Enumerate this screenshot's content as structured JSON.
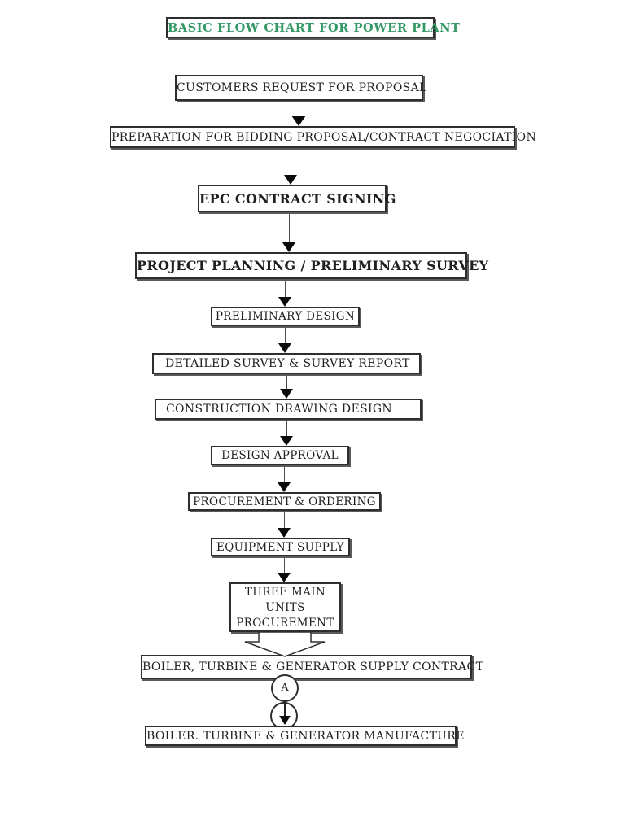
{
  "title": {
    "text": "BASIC FLOW CHART FOR POWER PLANT"
  },
  "flow": {
    "nodes": [
      {
        "id": "customers-request",
        "label": "CUSTOMERS REQUEST FOR PROPOSAL"
      },
      {
        "id": "preparation-bidding",
        "label": "PREPARATION FOR BIDDING PROPOSAL/CONTRACT NEGOCIATION"
      },
      {
        "id": "epc-contract-signing",
        "label": "EPC CONTRACT SIGNING"
      },
      {
        "id": "project-planning",
        "label": "PROJECT PLANNING / PRELIMINARY SURVEY"
      },
      {
        "id": "preliminary-design",
        "label": "PRELIMINARY DESIGN"
      },
      {
        "id": "detailed-survey",
        "label": "DETAILED SURVEY & SURVEY REPORT"
      },
      {
        "id": "construction-drawing-design",
        "label": "CONSTRUCTION DRAWING DESIGN"
      },
      {
        "id": "design-approval",
        "label": "DESIGN APPROVAL"
      },
      {
        "id": "procurement-ordering",
        "label": "PROCUREMENT & ORDERING"
      },
      {
        "id": "equipment-supply",
        "label": "EQUIPMENT SUPPLY"
      },
      {
        "id": "three-main-units-procurement",
        "label": "THREE MAIN UNITS PROCUREMENT",
        "lines": [
          "THREE MAIN",
          "UNITS",
          "PROCUREMENT"
        ]
      },
      {
        "id": "btg-supply-contract",
        "label": "BOILER, TURBINE & GENERATOR SUPPLY CONTRACT"
      },
      {
        "id": "btg-manufacture",
        "label": "BOILER. TURBINE & GENERATOR MANUFACTURE"
      }
    ],
    "connector": {
      "label": "A"
    }
  },
  "colors": {
    "title_green": "#339966",
    "box_border": "#2e2e2e",
    "box_shadow": "#5a5a5a",
    "arrow_head": "#0a0a0a",
    "connector_line": "#4d4d4d",
    "text": "#1f1f1f",
    "background": "#ffffff"
  }
}
